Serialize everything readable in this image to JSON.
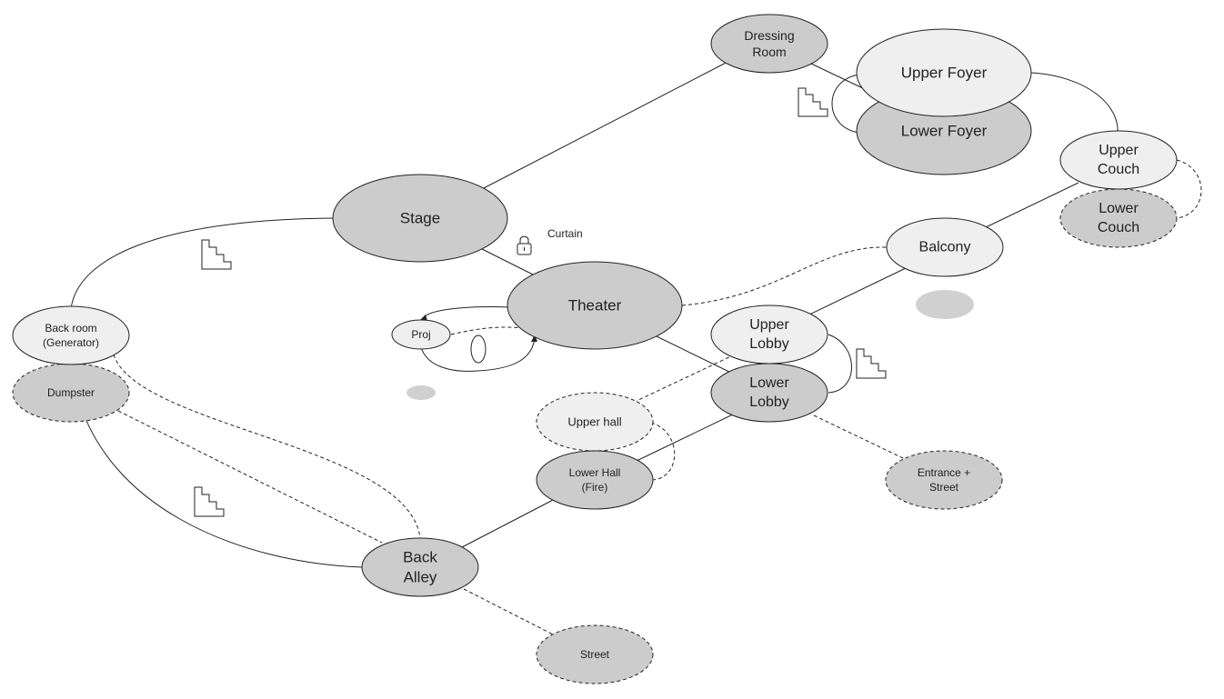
{
  "colors": {
    "node_dark": "#cccccc",
    "node_light": "#efefef",
    "stroke": "#222222",
    "blob": "#d0d0d0"
  },
  "nodes": {
    "dressing_room": {
      "lines": [
        "Dressing",
        "Room"
      ],
      "fill": "dark",
      "border": "solid"
    },
    "upper_foyer": {
      "lines": [
        "Upper Foyer"
      ],
      "fill": "light",
      "border": "solid"
    },
    "lower_foyer": {
      "lines": [
        "Lower Foyer"
      ],
      "fill": "dark",
      "border": "solid"
    },
    "upper_couch": {
      "lines": [
        "Upper",
        "Couch"
      ],
      "fill": "light",
      "border": "solid"
    },
    "lower_couch": {
      "lines": [
        "Lower",
        "Couch"
      ],
      "fill": "dark",
      "border": "dashed"
    },
    "stage": {
      "lines": [
        "Stage"
      ],
      "fill": "dark",
      "border": "solid"
    },
    "balcony": {
      "lines": [
        "Balcony"
      ],
      "fill": "light",
      "border": "solid"
    },
    "theater": {
      "lines": [
        "Theater"
      ],
      "fill": "dark",
      "border": "solid"
    },
    "proj": {
      "lines": [
        "Proj"
      ],
      "fill": "light",
      "border": "solid"
    },
    "back_room": {
      "lines": [
        "Back room",
        "(Generator)"
      ],
      "fill": "light",
      "border": "solid"
    },
    "dumpster": {
      "lines": [
        "Dumpster"
      ],
      "fill": "dark",
      "border": "dashed"
    },
    "upper_lobby": {
      "lines": [
        "Upper",
        "Lobby"
      ],
      "fill": "light",
      "border": "solid"
    },
    "lower_lobby": {
      "lines": [
        "Lower",
        "Lobby"
      ],
      "fill": "dark",
      "border": "solid"
    },
    "upper_hall": {
      "lines": [
        "Upper hall"
      ],
      "fill": "light",
      "border": "dashed"
    },
    "lower_hall": {
      "lines": [
        "Lower Hall",
        "(Fire)"
      ],
      "fill": "dark",
      "border": "solid"
    },
    "entrance_street": {
      "lines": [
        "Entrance +",
        "Street"
      ],
      "fill": "dark",
      "border": "dashed"
    },
    "back_alley": {
      "lines": [
        "Back",
        "Alley"
      ],
      "fill": "dark",
      "border": "solid"
    },
    "street": {
      "lines": [
        "Street"
      ],
      "fill": "dark",
      "border": "dashed"
    }
  },
  "labels": {
    "curtain": "Curtain"
  },
  "icons": [
    "stairs-icon",
    "lock-icon"
  ]
}
